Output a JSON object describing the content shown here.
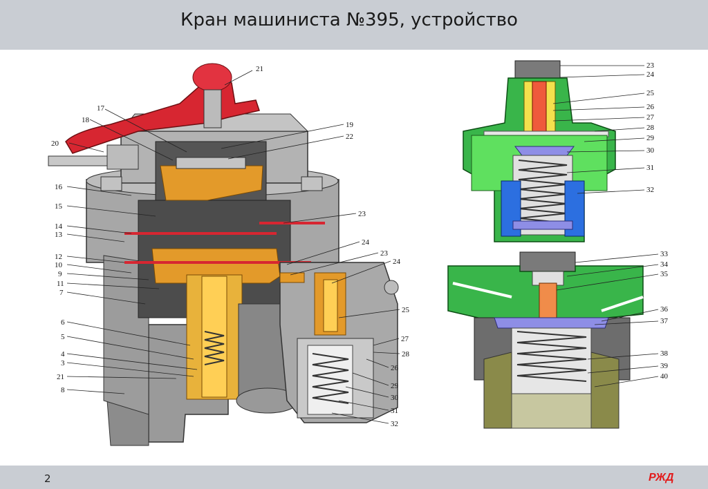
{
  "header": {
    "title": "Кран машиниста №395, устройство"
  },
  "footer": {
    "page_number": "2",
    "logo_text": "РЖД"
  },
  "main_diagram": {
    "left_labels": [
      "20",
      "16",
      "15",
      "14",
      "13",
      "12",
      "10",
      "9",
      "11",
      "7",
      "6",
      "5",
      "4",
      "3",
      "21",
      "8"
    ],
    "top_labels": [
      "17",
      "18",
      "21",
      "19",
      "22"
    ],
    "right_labels": [
      "23",
      "24",
      "23",
      "24",
      "25",
      "27",
      "28",
      "26",
      "29",
      "30",
      "31",
      "32"
    ]
  },
  "upper_detail": {
    "labels": [
      "23",
      "24",
      "25",
      "26",
      "27",
      "28",
      "29",
      "30",
      "31",
      "32"
    ]
  },
  "lower_detail": {
    "labels": [
      "33",
      "34",
      "35",
      "36",
      "37",
      "38",
      "39",
      "40"
    ]
  }
}
